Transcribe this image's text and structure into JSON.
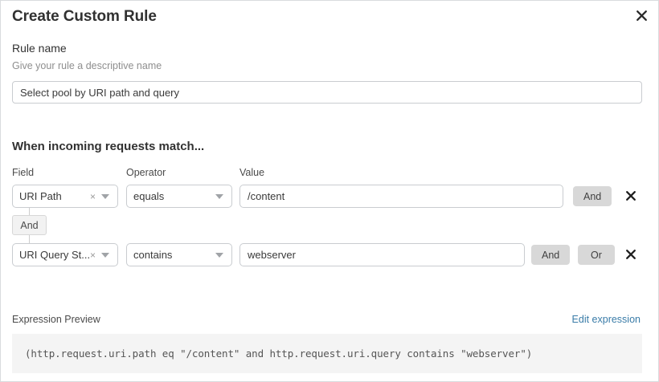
{
  "dialog": {
    "title": "Create Custom Rule",
    "close_icon": "close-icon"
  },
  "rule_name": {
    "label": "Rule name",
    "help": "Give your rule a descriptive name",
    "value": "Select pool by URI path and query",
    "placeholder": "Rule name"
  },
  "match_section": {
    "title": "When incoming requests match...",
    "columns": {
      "field": "Field",
      "operator": "Operator",
      "value": "Value"
    },
    "connector": {
      "label": "And"
    },
    "rows": [
      {
        "field": "URI Path",
        "clear_icon": "×",
        "operator": "equals",
        "value": "/content",
        "value_placeholder": "Enter value",
        "buttons": [
          "And"
        ],
        "delete_icon": "close-icon"
      },
      {
        "field": "URI Query St...",
        "clear_icon": "×",
        "operator": "contains",
        "value": "webserver",
        "value_placeholder": "Enter value",
        "buttons": [
          "And",
          "Or"
        ],
        "delete_icon": "close-icon"
      }
    ]
  },
  "expression_preview": {
    "label": "Expression Preview",
    "edit_link": "Edit expression",
    "code": "(http.request.uri.path eq \"/content\" and http.request.uri.query contains \"webserver\")"
  },
  "colors": {
    "link": "#3a7ca8",
    "pill_bg": "#d8d8d8",
    "code_bg": "#f4f4f4",
    "border": "#c9ccd0"
  }
}
